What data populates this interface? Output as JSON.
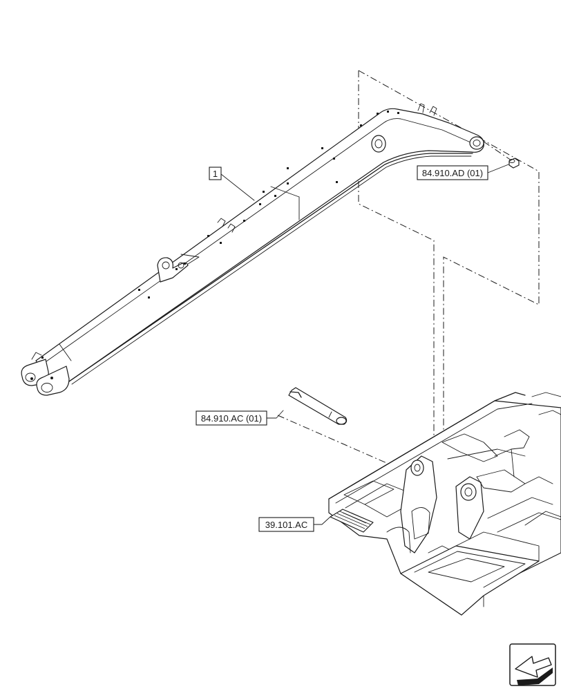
{
  "callouts": {
    "item_1": "1",
    "ref_pin_top": "84.910.AD (01)",
    "ref_pin_foot": "84.910.AC (01)",
    "ref_frame": "39.101.AC"
  },
  "nav_icon": "next-page-arrow-icon"
}
